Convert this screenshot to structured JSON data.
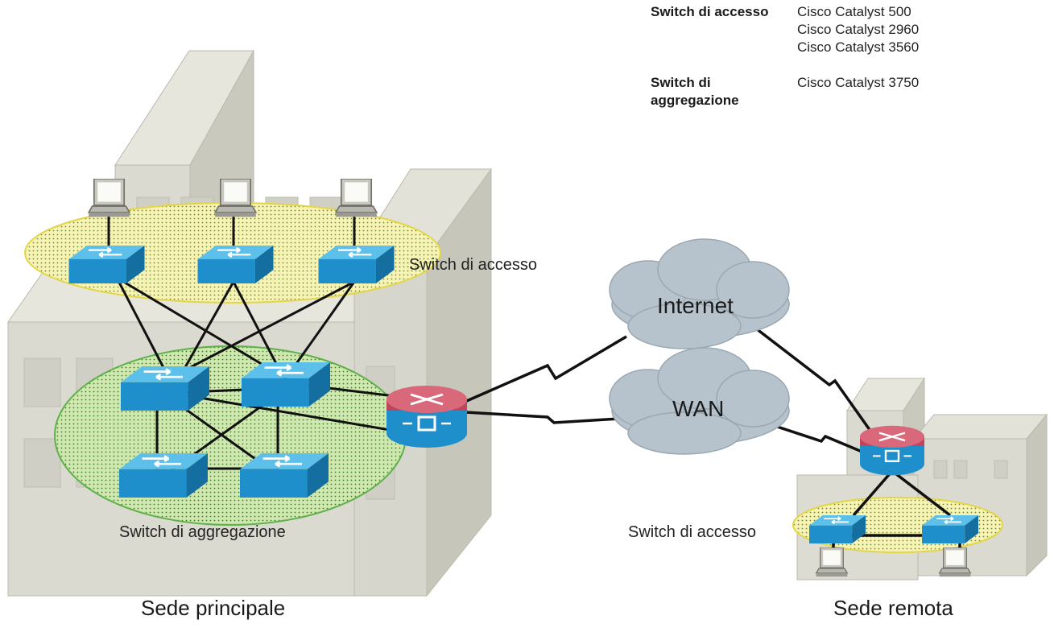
{
  "legend": {
    "rows": [
      {
        "label": "Switch di accesso",
        "models": [
          "Cisco Catalyst 500",
          "Cisco Catalyst 2960",
          "Cisco Catalyst 3560"
        ]
      },
      {
        "label": "Switch di aggregazione",
        "models": [
          "Cisco Catalyst 3750"
        ]
      }
    ]
  },
  "main_site": {
    "access_label": "Switch di accesso",
    "aggregation_label": "Switch di aggregazione",
    "caption": "Sede principale"
  },
  "remote_site": {
    "access_label": "Switch di accesso",
    "caption": "Sede remota"
  },
  "clouds": {
    "internet": "Internet",
    "wan": "WAN"
  },
  "colors": {
    "switch_blue": "#2a9fd8",
    "router_red": "#c0445a",
    "building": "#d9d9cf",
    "access_zone": "#f3f0a0",
    "aggregation_zone": "#b6dc8c",
    "cloud": "#b7c3cc"
  }
}
